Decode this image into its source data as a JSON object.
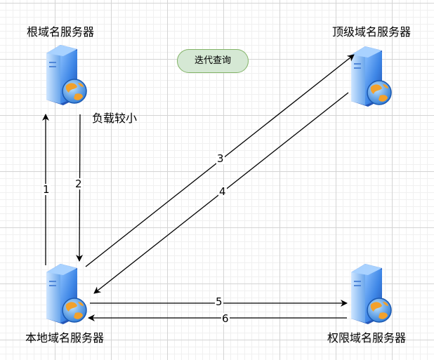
{
  "nodes": {
    "root": {
      "label": "根域名服务器",
      "note": "负载较小"
    },
    "tld": {
      "label": "顶级域名服务器"
    },
    "local": {
      "label": "本地域名服务器"
    },
    "authoritative": {
      "label": "权限域名服务器"
    }
  },
  "query_mode": "迭代查询",
  "steps": [
    "1",
    "2",
    "3",
    "4",
    "5",
    "6"
  ],
  "colors": {
    "query_fill": "#d5e8d4",
    "query_border": "#82b366",
    "server_body": "#2f6fd6",
    "globe": "#f0a030"
  },
  "icons": [
    "server-globe-icon"
  ]
}
